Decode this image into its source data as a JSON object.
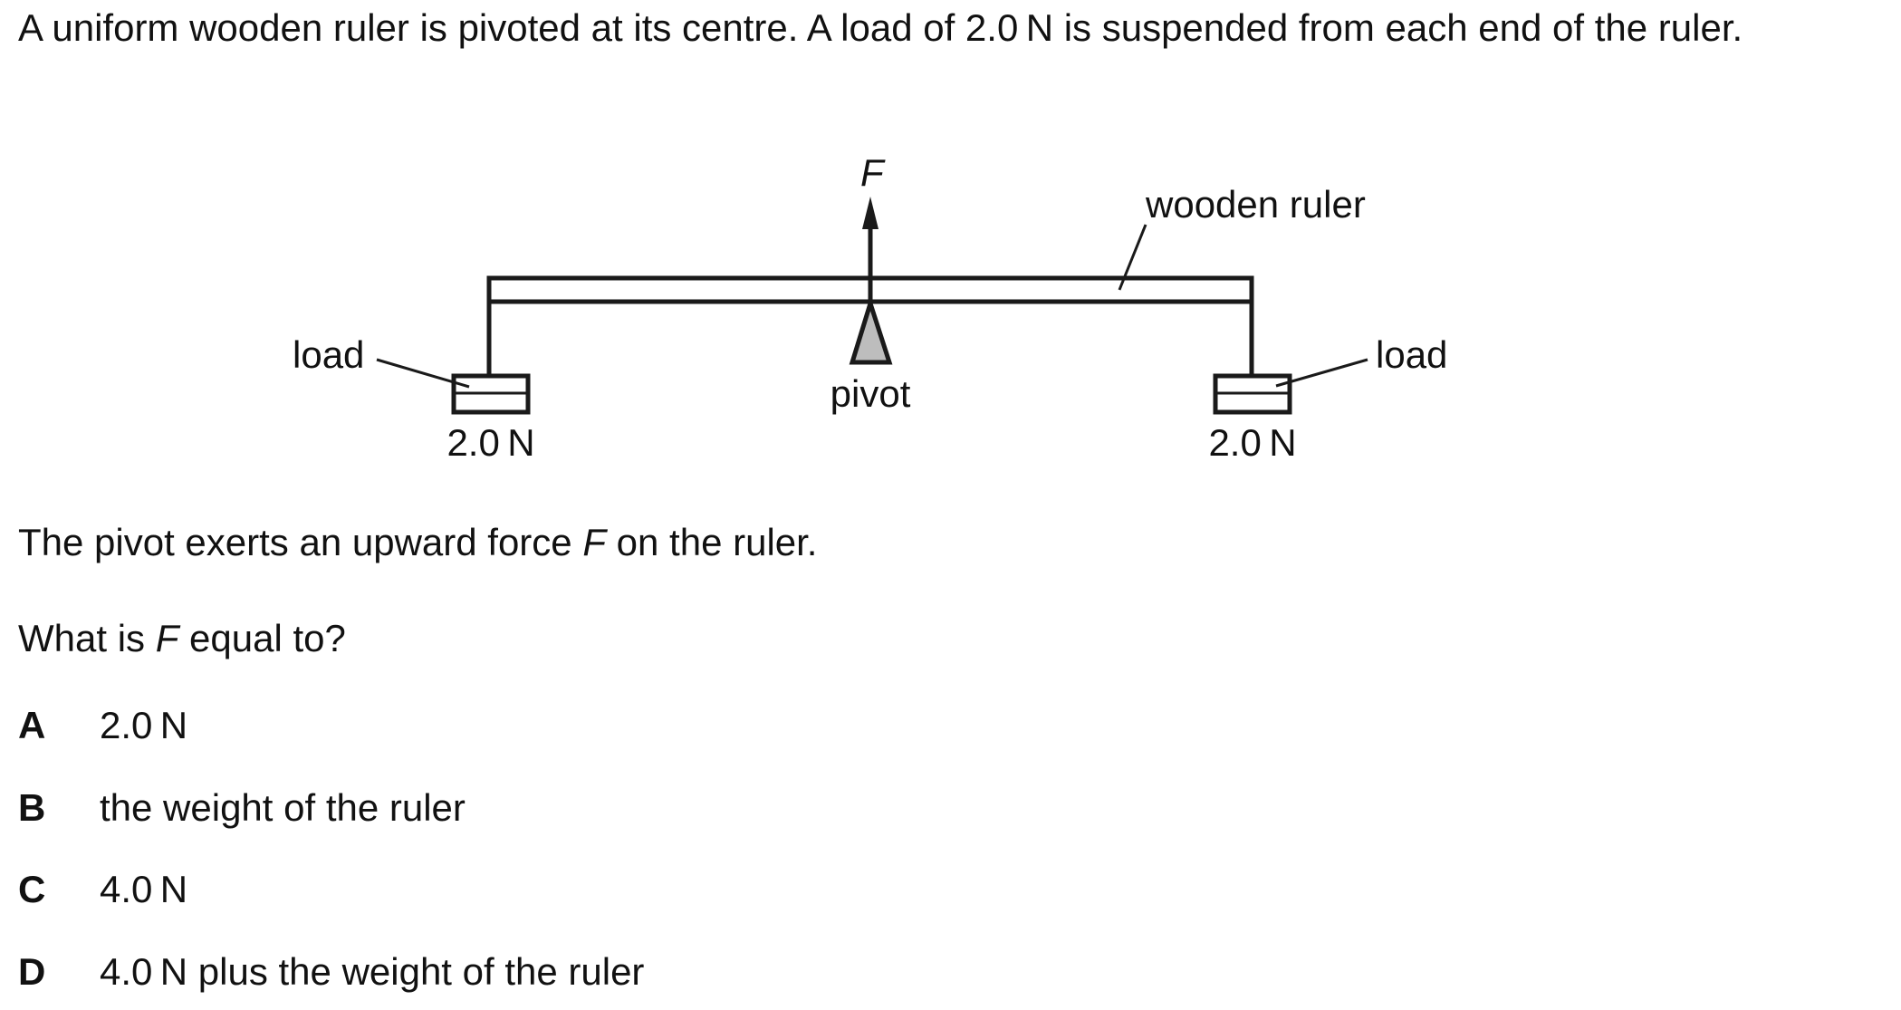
{
  "question": {
    "stem": "A uniform wooden ruler is pivoted at its centre. A load of 2.0 N is suspended from each end of the ruler.",
    "statement_before_var": "The pivot exerts an upward force ",
    "statement_var": "F",
    "statement_after_var": " on the ruler.",
    "prompt_before_var": "What is ",
    "prompt_var": "F",
    "prompt_after_var": " equal to?"
  },
  "diagram": {
    "force_label": "F",
    "ruler_label": "wooden ruler",
    "pivot_label": "pivot",
    "left_load_label": "load",
    "right_load_label": "load",
    "left_load_value": "2.0 N",
    "right_load_value": "2.0 N",
    "colors": {
      "line": "#1a1a1a",
      "pivot_fill": "#bdbdbd"
    }
  },
  "options": [
    {
      "letter": "A",
      "text": "2.0 N"
    },
    {
      "letter": "B",
      "text": "the weight of the ruler"
    },
    {
      "letter": "C",
      "text": "4.0 N"
    },
    {
      "letter": "D",
      "text": "4.0 N plus the weight of the ruler"
    }
  ]
}
